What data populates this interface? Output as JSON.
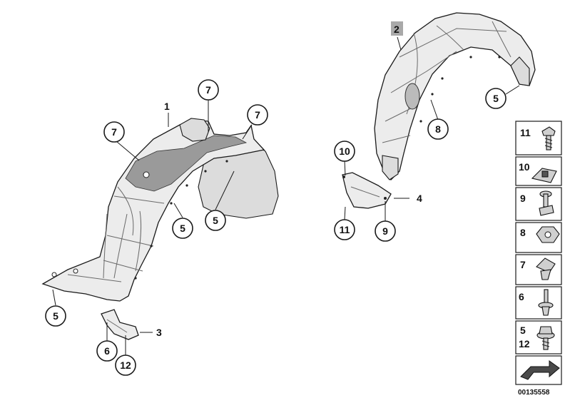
{
  "diagram": {
    "callouts": {
      "p1": "1",
      "p2": "2",
      "p3": "3",
      "p4": "4",
      "c7a": "7",
      "c7b": "7",
      "c7c": "7",
      "c5a": "5",
      "c5b": "5",
      "c5c": "5",
      "c5d": "5",
      "c8": "8",
      "c10": "10",
      "c11": "11",
      "c9": "9",
      "c6": "6",
      "c12": "12"
    },
    "legend": {
      "r11": "11",
      "r10": "10",
      "r9": "9",
      "r8": "8",
      "r7": "7",
      "r6": "6",
      "r5": "5",
      "r12": "12"
    },
    "document_number": "00135558",
    "icons": [
      "screw-icon",
      "clip-nut-icon",
      "bolt-icon",
      "hex-nut-icon",
      "expanding-clip-icon",
      "push-rivet-icon",
      "flange-screw-icon",
      "direction-arrow-icon"
    ]
  }
}
